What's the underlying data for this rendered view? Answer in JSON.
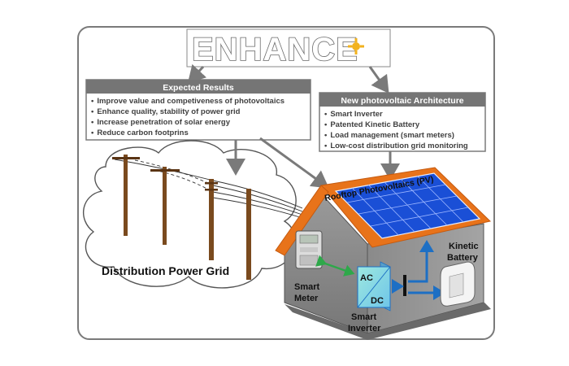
{
  "title": "ENHANCE",
  "expected_results": {
    "title": "Expected Results",
    "items": [
      "Improve value and competiveness of photovoltaics",
      "Enhance quality, stability of power grid",
      "Increase penetration of solar energy",
      "Reduce carbon footprins"
    ]
  },
  "architecture": {
    "title": "New photovoltaic Architecture",
    "items": [
      "Smart Inverter",
      "Patented Kinetic Battery",
      "Load management (smart meters)",
      "Low-cost distribution grid monitoring"
    ]
  },
  "labels": {
    "grid": "Distribution Power Grid",
    "rooftop": "Rooftop Photovoltaics (PV)",
    "meter_line1": "Smart",
    "meter_line2": "Meter",
    "inverter_line1": "Smart",
    "inverter_line2": "Inverter",
    "ac": "AC",
    "dc": "DC",
    "battery_line1": "Kinetic",
    "battery_line2": "Battery"
  },
  "colors": {
    "box_header": "#757575",
    "panel_blue": "#1a4fd6",
    "roof_orange": "#e8731a",
    "pole_brown": "#7a4a1e",
    "link_green": "#2ea84a",
    "link_blue": "#1d6fc4"
  }
}
